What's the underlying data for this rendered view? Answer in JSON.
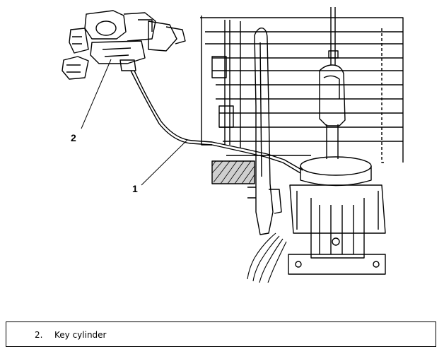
{
  "diagram": {
    "callouts": [
      {
        "label": "1"
      },
      {
        "label": "2"
      }
    ]
  },
  "legend": {
    "items": [
      {
        "number": "2.",
        "text": "Key cylinder"
      }
    ]
  }
}
